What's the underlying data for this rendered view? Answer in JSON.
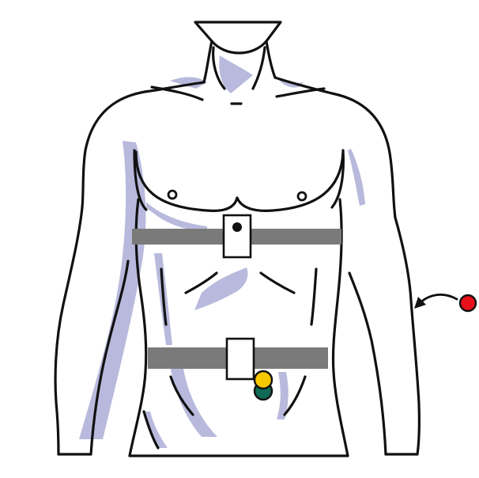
{
  "figure": {
    "description_label": "",
    "colors": {
      "background": "#ffffff",
      "outline": "#111111",
      "shading": "#b8b9dc",
      "strap": "#7a7a7a",
      "sensor_box": "#ffffff",
      "chest_sensor_dot": "#111111",
      "electrode_yellow": "#f5c800",
      "electrode_green": "#0f6b55",
      "electrode_red": "#e8101b"
    },
    "straps": [
      {
        "name": "chest-strap"
      },
      {
        "name": "waist-strap"
      }
    ],
    "sensors": [
      {
        "name": "chest-sensor"
      },
      {
        "name": "waist-sensor"
      }
    ],
    "electrodes": [
      {
        "name": "yellow-electrode"
      },
      {
        "name": "green-electrode"
      },
      {
        "name": "red-electrode"
      }
    ]
  }
}
